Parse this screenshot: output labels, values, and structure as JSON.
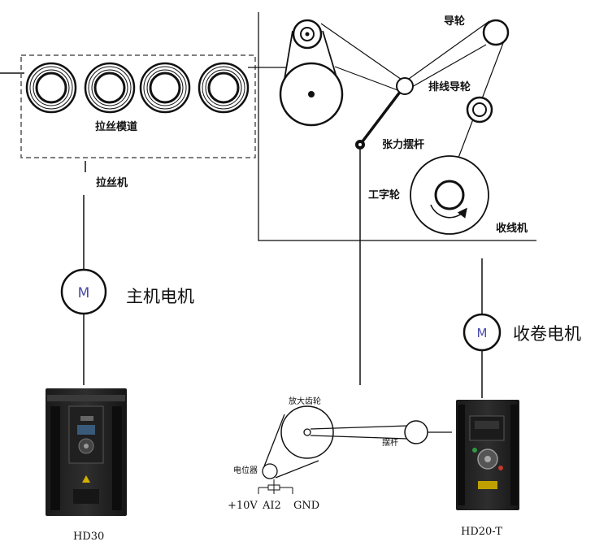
{
  "labels": {
    "drawing_mold": "拉丝模道",
    "drawing_machine": "拉丝机",
    "guide_wheel": "导轮",
    "traverse_guide_wheel": "排线导轮",
    "tension_arm": "张力摆杆",
    "spool": "工字轮",
    "take_up_machine": "收线机",
    "main_motor": "主机电机",
    "winding_motor": "收卷电机",
    "gear": "放大齿轮",
    "swing_rod": "摆杆",
    "potentiometer": "电位器",
    "terminal_10v": "+10V",
    "terminal_ai2": "AI2",
    "terminal_gnd": "GND"
  },
  "motor_symbol": "M",
  "inverters": {
    "left": {
      "model": "HD30"
    },
    "right": {
      "model": "HD20-T"
    }
  }
}
